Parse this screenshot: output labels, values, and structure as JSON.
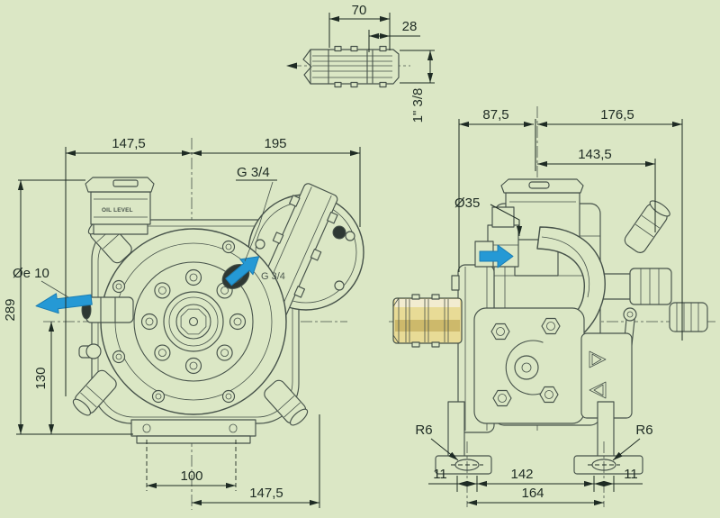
{
  "colors": {
    "background": "#dbe7c5",
    "line": "#46524a",
    "dim": "#1e2b24",
    "arrow_blue": "#2599d5",
    "shaft_yellow": "#e8db96",
    "shaft_yellow_dark": "#cdb96b",
    "shaft_yellow_light": "#f2ecd0",
    "port_dark": "#2e3833"
  },
  "shaft_detail": {
    "length_total": "70",
    "length_end": "28",
    "spline_size": "1\" 3/8"
  },
  "front_view": {
    "width_left": "147,5",
    "width_right": "195",
    "port_label": "G 3/4",
    "port_label_inner": "G 3/4",
    "oil_level": "OIL LEVEL",
    "outlet_dia": "Øe 10",
    "height_total": "289",
    "height_axis": "130",
    "base_holes": "100",
    "base_offset": "147,5"
  },
  "side_view": {
    "depth_front": "87,5",
    "depth_rear": "176,5",
    "depth_top": "143,5",
    "shaft_dia": "Ø35",
    "slot_radius_left": "R6",
    "slot_radius_right": "R6",
    "slot_edge_left": "11",
    "slot_span": "142",
    "slot_edge_right": "11",
    "slot_total": "164"
  }
}
